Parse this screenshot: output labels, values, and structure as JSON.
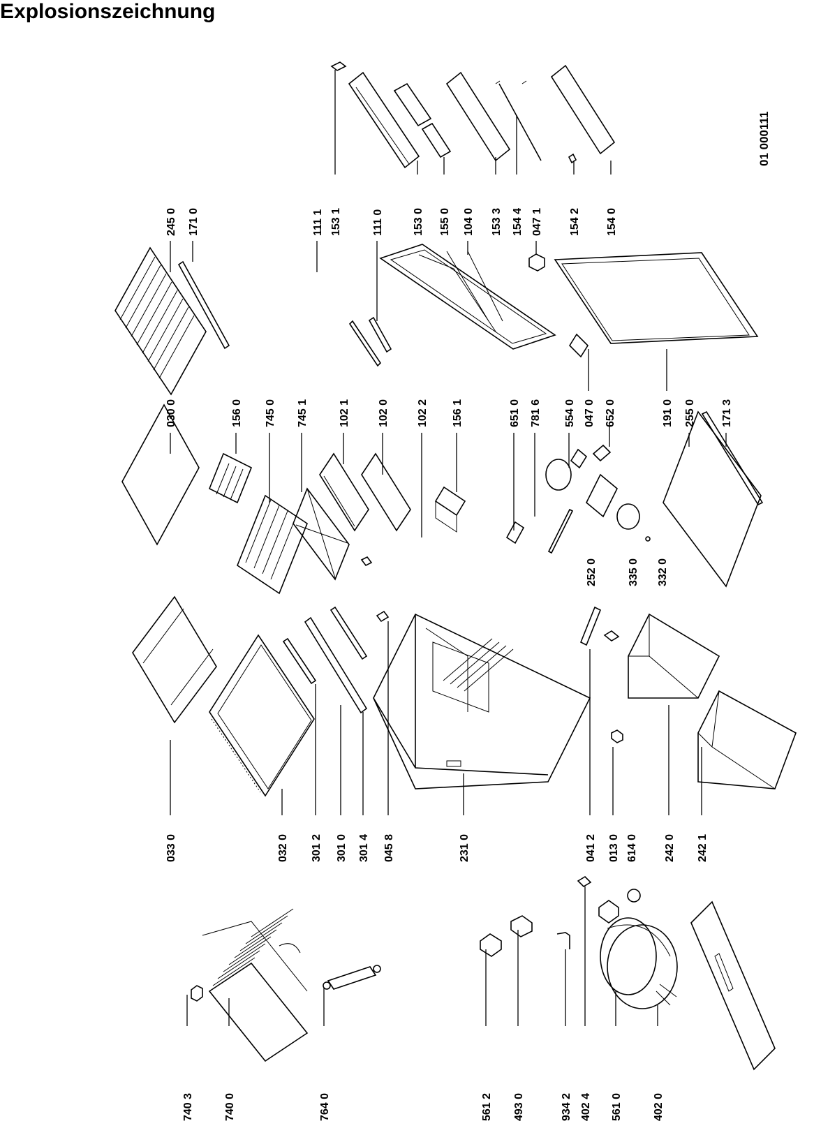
{
  "title": "Explosionszeichnung",
  "doc_number": "01 000111",
  "labels": {
    "l7403": "740 3",
    "l7400": "740 0",
    "l7640": "764 0",
    "l5612": "561 2",
    "l4930": "493 0",
    "l9342": "934 2",
    "l4024": "402 4",
    "l5610": "561 0",
    "l4020": "402 0",
    "l0330": "033 0",
    "l0320": "032 0",
    "l3012": "301 2",
    "l3010": "301 0",
    "l3014": "301 4",
    "l0458": "045 8",
    "l2310": "231 0",
    "l0412": "041 2",
    "l0130": "013 0",
    "l6140": "614 0",
    "l2420": "242 0",
    "l2421": "242 1",
    "l0300": "030 0",
    "l1560": "156 0",
    "l7450": "745 0",
    "l7451": "745 1",
    "l1021": "102 1",
    "l1020": "102 0",
    "l1022": "102 2",
    "l1561": "156 1",
    "l6510": "651 0",
    "l7816": "781 6",
    "l5540": "554 0",
    "l0470": "047 0",
    "l6520": "652 0",
    "l2520": "252 0",
    "l3350": "335 0",
    "l3320": "332 0",
    "l1910": "191 0",
    "l2550": "255 0",
    "l1713": "171 3",
    "l2450": "245 0",
    "l1710": "171 0",
    "l1111": "111 1",
    "l1531": "153 1",
    "l1110": "111 0",
    "l1530": "153 0",
    "l1550": "155 0",
    "l1040": "104 0",
    "l1533": "153 3",
    "l1544": "154 4",
    "l0471": "047 1",
    "l1542": "154 2",
    "l1540": "154 0"
  }
}
